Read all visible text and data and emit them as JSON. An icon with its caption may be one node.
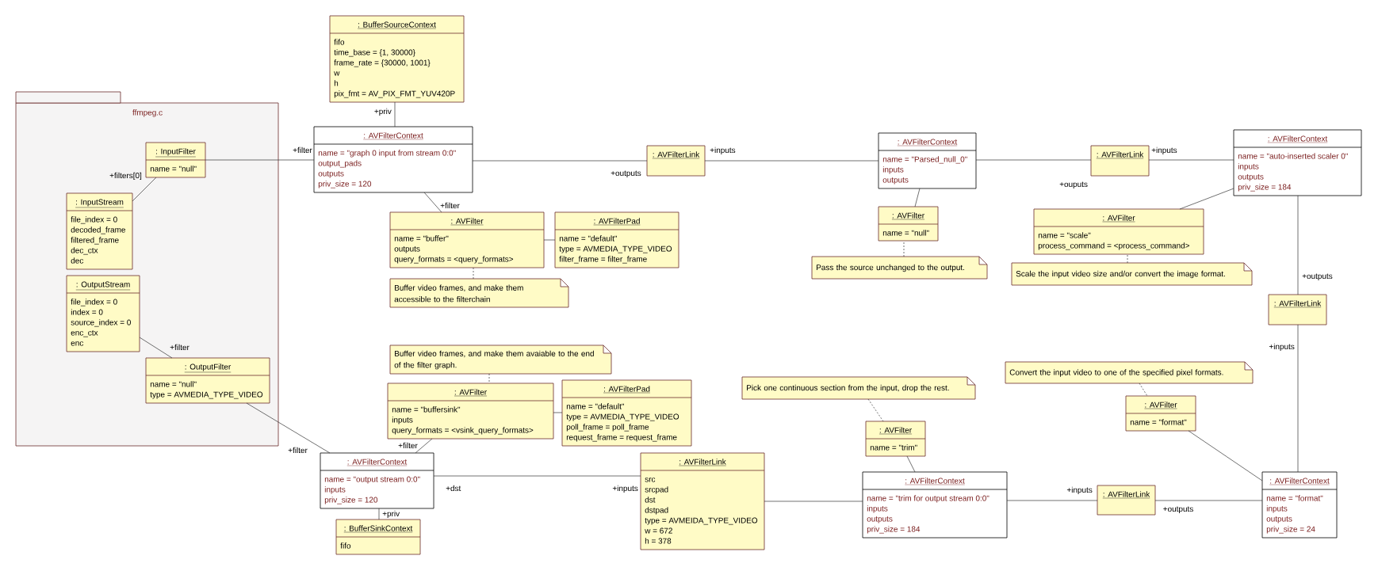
{
  "diagram": {
    "nodes": [
      {
        "text": [
          "ffmpeg.c"
        ]
      },
      {
        "text": [
          ": InputFilter",
          "name = \"null\""
        ],
        "in": 0
      },
      {
        "text": [
          ": InputStream",
          "file_index = 0",
          "decoded_frame",
          "filtered_frame",
          "dec_ctx",
          "dec"
        ],
        "in": 0
      },
      {
        "text": [
          ": OutputStream",
          "file_index = 0",
          "index = 0",
          "source_index = 0",
          "enc_ctx",
          "enc"
        ],
        "in": 0
      },
      {
        "text": [
          ": OutputFilter",
          "name = \"null\"",
          "type = AVMEDIA_TYPE_VIDEO"
        ],
        "in": 0
      },
      {
        "text": [
          ": BufferSourceContext",
          "fifo",
          "time_base = {1, 30000}",
          "frame_rate = {30000, 1001}",
          "w",
          "h",
          "pix_fmt = AV_PIX_FMT_YUV420P"
        ]
      },
      {
        "text": [
          ": AVFilterContext",
          "name = \"graph 0 input from stream 0:0\"",
          "output_pads",
          "outputs",
          "priv_size = 120"
        ]
      },
      {
        "text": [
          ": AVFilter",
          "name = \"buffer\"",
          "outputs",
          "query_formats = <query_formats>"
        ]
      },
      {
        "text": [
          ": AVFilterPad",
          "name = \"default\"",
          "type = AVMEDIA_TYPE_VIDEO",
          "filter_frame = filter_frame"
        ]
      },
      {
        "text": [
          "Buffer video frames, and make them accessible to the filterchain"
        ]
      },
      {
        "text": [
          ": AVFilterLink"
        ]
      },
      {
        "text": [
          ": AVFilterContext",
          "name = \"Parsed_null_0\"",
          "inputs",
          "outputs"
        ]
      },
      {
        "text": [
          ": AVFilter",
          "name = \"null\""
        ]
      },
      {
        "text": [
          "Pass the source unchanged to the output."
        ]
      },
      {
        "text": [
          ": AVFilterLink"
        ]
      },
      {
        "text": [
          ": AVFilterContext",
          "name = \"auto-inserted scaler 0\"",
          "inputs",
          "outputs",
          "priv_size = 184"
        ]
      },
      {
        "text": [
          ": AVFilter",
          "name = \"scale\"",
          "process_command = <process_command>"
        ]
      },
      {
        "text": [
          "Scale the input video size and/or convert the image format."
        ]
      },
      {
        "text": [
          ": AVFilterLink"
        ]
      },
      {
        "text": [
          "Buffer video frames, and make them avaiable to the end of the filter graph."
        ]
      },
      {
        "text": [
          ": AVFilter",
          "name = \"buffersink\"",
          "inputs",
          "query_formats = <vsink_query_formats>"
        ]
      },
      {
        "text": [
          ": AVFilterPad",
          "name = \"default\"",
          "type = AVMEDIA_TYPE_VIDEO",
          "poll_frame = poll_frame",
          "request_frame = request_frame"
        ]
      },
      {
        "text": [
          "Pick one continuous section from the input, drop the rest."
        ]
      },
      {
        "text": [
          "Convert the input video to one of the specified pixel formats."
        ]
      },
      {
        "text": [
          ": AVFilter",
          "name = \"format\""
        ]
      },
      {
        "text": [
          ": AVFilter",
          "name = \"trim\""
        ]
      },
      {
        "text": [
          ": AVFilterContext",
          "name = \"output stream 0:0\"",
          "inputs",
          "priv_size = 120"
        ]
      },
      {
        "text": [
          ": AVFilterLink",
          "src",
          "srcpad",
          "dst",
          "dstpad",
          "type = AVMEIDA_TYPE_VIDEO",
          "w = 672",
          "h = 378"
        ]
      },
      {
        "text": [
          ": AVFilterContext",
          "name = \"trim for output stream 0:0\"",
          "inputs",
          "outputs",
          "priv_size = 184"
        ]
      },
      {
        "text": [
          ": AVFilterLink"
        ]
      },
      {
        "text": [
          ": AVFilterContext",
          "name = \"format\"",
          "inputs",
          "outputs",
          "priv_size = 24"
        ]
      },
      {
        "text": [
          ": BufferSinkContext",
          "fifo"
        ]
      }
    ],
    "edges": [
      {
        "from": 1,
        "to": 6,
        "arrow": "none",
        "label": "+filter"
      },
      {
        "from": 1,
        "to": 2,
        "arrow": "none",
        "label": "+filters[0]"
      },
      {
        "from": 5,
        "to": 6,
        "arrow": "none",
        "label": "+priv"
      },
      {
        "from": 6,
        "to": 7,
        "arrow": "none",
        "label": "+filter"
      },
      {
        "from": 7,
        "to": 8,
        "arrow": "none"
      },
      {
        "from": 9,
        "to": 7,
        "arrow": "none",
        "style": "dashed"
      },
      {
        "from": 6,
        "to": 10,
        "arrow": "none",
        "label": "+outputs"
      },
      {
        "from": 10,
        "to": 11,
        "arrow": "none",
        "label": "+inputs"
      },
      {
        "from": 11,
        "to": 12,
        "arrow": "none"
      },
      {
        "from": 13,
        "to": 12,
        "arrow": "none",
        "style": "dashed"
      },
      {
        "from": 11,
        "to": 14,
        "arrow": "none",
        "label": "+ouputs"
      },
      {
        "from": 14,
        "to": 15,
        "arrow": "none",
        "label": "+inputs"
      },
      {
        "from": 15,
        "to": 16,
        "arrow": "none"
      },
      {
        "from": 17,
        "to": 16,
        "arrow": "none",
        "style": "dashed"
      },
      {
        "from": 15,
        "to": 18,
        "arrow": "none",
        "label": "+outputs"
      },
      {
        "from": 18,
        "to": 30,
        "arrow": "none",
        "label": "+inputs"
      },
      {
        "from": 24,
        "to": 30,
        "arrow": "none"
      },
      {
        "from": 23,
        "to": 24,
        "arrow": "none",
        "style": "dashed"
      },
      {
        "from": 30,
        "to": 29,
        "arrow": "none",
        "label": "+outputs"
      },
      {
        "from": 29,
        "to": 28,
        "arrow": "none",
        "label": "+inputs"
      },
      {
        "from": 25,
        "to": 28,
        "arrow": "none"
      },
      {
        "from": 22,
        "to": 25,
        "arrow": "none",
        "style": "dashed"
      },
      {
        "from": 28,
        "to": 27,
        "arrow": "none"
      },
      {
        "from": 27,
        "to": 26,
        "arrow": "none",
        "label": "+inputs"
      },
      {
        "from": 3,
        "to": 4,
        "arrow": "none",
        "label": "+filter"
      },
      {
        "from": 4,
        "to": 26,
        "arrow": "none",
        "label": "+filter"
      },
      {
        "from": 26,
        "to": 20,
        "arrow": "none",
        "label": "+filter"
      },
      {
        "from": 20,
        "to": 21,
        "arrow": "none"
      },
      {
        "from": 19,
        "to": 20,
        "arrow": "none",
        "style": "dashed"
      },
      {
        "from": 26,
        "to": 31,
        "arrow": "none",
        "label": "+priv"
      }
    ],
    "labels": [
      "+dst"
    ]
  }
}
